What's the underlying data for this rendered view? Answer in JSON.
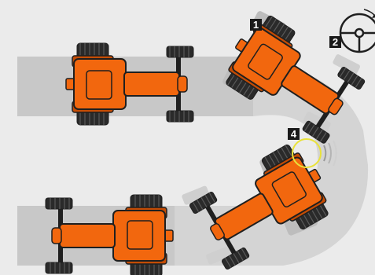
{
  "colors": {
    "background": "#ebebeb",
    "path": "#c8c8c8",
    "body": "#f2670e",
    "body_dark": "#c44c05",
    "outline": "#1f1f1f",
    "tire": "#2a2a2a",
    "marker_bg": "#1a1a1a",
    "marker_text": "#ffffff",
    "sensor_ring": "#e9e23a"
  },
  "icons": {
    "steering": "steering-wheel-icon",
    "sensor": "wheel-angle-sensor-icon"
  },
  "markers": [
    {
      "id": "step-1",
      "label": "1"
    },
    {
      "id": "step-2",
      "label": "2"
    },
    {
      "id": "step-4",
      "label": "4"
    }
  ]
}
